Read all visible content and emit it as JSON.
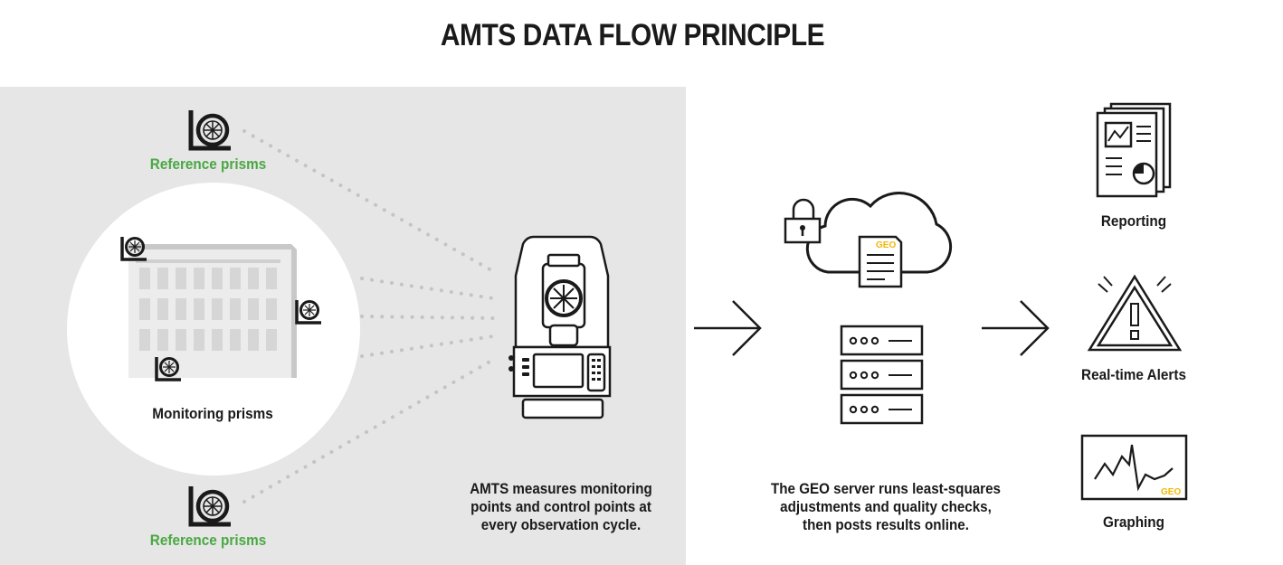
{
  "title": "AMTS DATA FLOW PRINCIPLE",
  "left": {
    "reference_top": "Reference prisms",
    "reference_bottom": "Reference prisms",
    "monitoring": "Monitoring prisms",
    "caption": [
      "AMTS measures monitoring",
      "points and control points at",
      "every observation cycle."
    ]
  },
  "middle": {
    "doc_tag": "GEO",
    "caption": [
      "The GEO server runs least-squares",
      "adjustments and quality checks,",
      "then posts results online."
    ]
  },
  "outputs": {
    "reporting": "Reporting",
    "alerts": "Real-time Alerts",
    "graphing": "Graphing",
    "graph_tag": "GEO"
  },
  "colors": {
    "accent_green": "#4aa842",
    "geo_gold": "#f2b705",
    "panel_grey": "#e6e6e7"
  }
}
